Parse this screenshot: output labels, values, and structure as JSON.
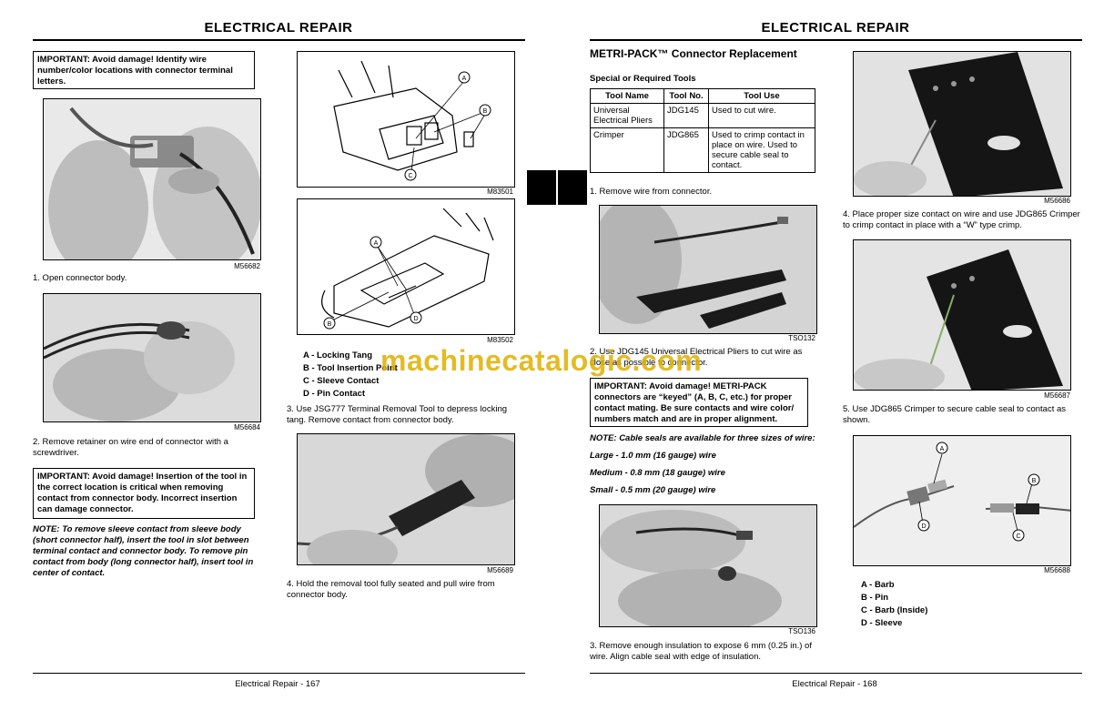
{
  "left_page": {
    "header": "ELECTRICAL   REPAIR",
    "important_1": "IMPORTANT: Avoid damage! Identify wire number/color locations with connector terminal letters.",
    "fig1_code": "M56682",
    "step1": "1.  Open connector body.",
    "fig2_code": "M56684",
    "step2": "2.  Remove retainer on wire end of connector with a screwdriver.",
    "important_2": "IMPORTANT: Avoid damage! Insertion of the tool in the correct location is critical when removing contact from connector body. Incorrect insertion can damage connector.",
    "note": "NOTE: To remove sleeve contact from sleeve body (short connector half), insert the tool in slot between terminal contact and connector body. To remove pin contact from body (long connector half), insert tool in center of contact.",
    "fig3_code": "M83501",
    "fig4_code": "M83502",
    "legend": [
      "A  - Locking Tang",
      "B  - Tool Insertion Point",
      "C  - Sleeve Contact",
      "D  - Pin Contact"
    ],
    "step3": "3.  Use JSG777 Terminal Removal Tool to depress locking tang. Remove contact from connector body.",
    "fig5_code": "M56689",
    "step4": "4.  Hold the removal tool fully seated and pull wire from connector body.",
    "footer": "Electrical   Repair  - 167",
    "callouts_a": [
      "A",
      "B",
      "C"
    ],
    "callouts_b": [
      "A",
      "B",
      "D"
    ]
  },
  "right_page": {
    "header": "ELECTRICAL   REPAIR",
    "section_title": "METRI-PACK™ Connector Replacement",
    "tools_title": "Special or Required Tools",
    "tools_table": {
      "headers": [
        "Tool Name",
        "Tool No.",
        "Tool Use"
      ],
      "rows": [
        [
          "Universal Electrical Pliers",
          "JDG145",
          "Used to cut wire."
        ],
        [
          "Crimper",
          "JDG865",
          "Used to crimp contact in place on wire. Used to secure cable seal to contact."
        ]
      ]
    },
    "step1": "1.  Remove wire from connector.",
    "fig1_code": "TSO132",
    "step2": "2.  Use JDG145 Universal Electrical Pliers to cut wire as close as possible to connector.",
    "important": "IMPORTANT: Avoid damage! METRI-PACK connectors are “keyed” (A, B, C, etc.) for proper contact mating. Be sure contacts and wire color/ numbers match and are in proper alignment.",
    "note": "NOTE: Cable seals are available for three sizes of wire:",
    "sizes": [
      "Large - 1.0 mm (16 gauge) wire",
      "Medium - 0.8 mm (18 gauge) wire",
      "Small - 0.5 mm (20 gauge) wire"
    ],
    "fig2_code": "TSO136",
    "step3": "3.  Remove enough insulation to expose 6 mm (0.25 in.) of wire. Align cable seal with edge of insulation.",
    "fig3_code": "M56686",
    "step4": "4.  Place proper size contact on wire and use JDG865 Crimper to crimp contact in place with a “W” type crimp.",
    "fig4_code": "M56687",
    "step5": "5.  Use JDG865 Crimper to secure cable seal to contact as shown.",
    "fig5_code": "M56688",
    "legend": [
      "A  - Barb",
      "B  - Pin",
      "C  - Barb (Inside)",
      "D  - Sleeve"
    ],
    "callouts": [
      "A",
      "B",
      "C",
      "D"
    ],
    "footer": "Electrical   Repair  - 168"
  },
  "watermark": "machinecatalogic.com",
  "colors": {
    "watermark": "#e0b000",
    "ink": "#000000"
  }
}
